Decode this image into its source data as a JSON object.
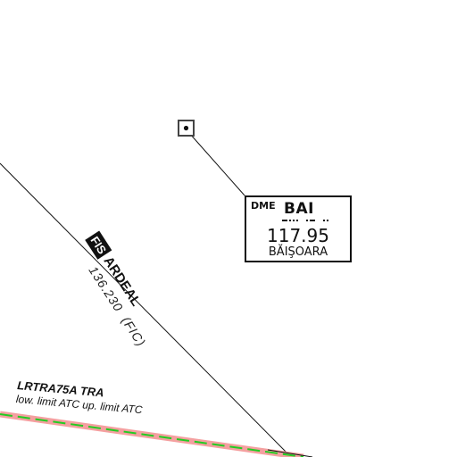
{
  "navaid": {
    "type": "DME",
    "ident": "BAI",
    "frequency": "117.95",
    "name": "BĂIŞOARA",
    "morse": [
      "dash",
      "dot",
      "dot",
      "dot",
      "gap",
      "dot",
      "dash",
      "gap",
      "dot",
      "dot"
    ]
  },
  "fis": {
    "badge": "FIS",
    "name": "ARDEAL",
    "frequency": "136.230",
    "unit": "(FIC)"
  },
  "tra": {
    "name": "LRTRA75A TRA",
    "limits": "low. limit ATC up. limit ATC"
  },
  "colors": {
    "line": "#111111",
    "tra_border": "#f4a0a0",
    "tra_dash": "#22cc22"
  }
}
